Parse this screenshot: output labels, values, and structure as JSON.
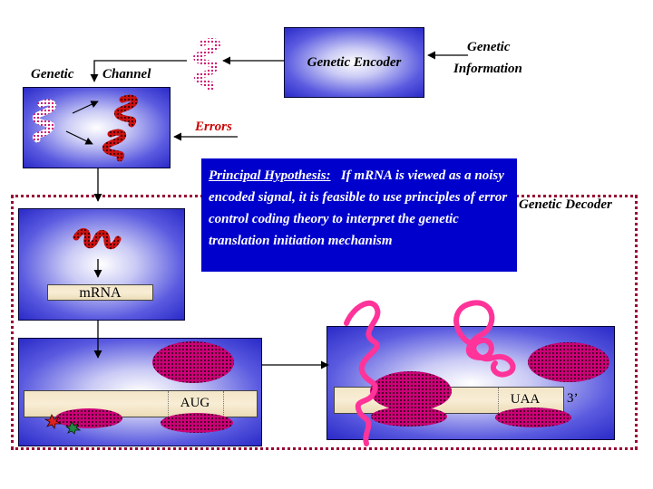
{
  "encoder": {
    "label": "Genetic Encoder"
  },
  "genetic_information": {
    "line1": "Genetic",
    "line2": "Information"
  },
  "channel": {
    "left_label": "Genetic",
    "right_label": "Channel"
  },
  "errors": {
    "label": "Errors"
  },
  "hypothesis": {
    "heading": "Principal Hypothesis:",
    "body": "If mRNA is viewed as a noisy encoded signal, it is feasible to use principles of error control coding theory to interpret the genetic translation initiation mechanism"
  },
  "decoder": {
    "label": "Genetic Decoder"
  },
  "mrna_box": {
    "label": "mRNA"
  },
  "initiation": {
    "codon": "AUG"
  },
  "termination": {
    "codon": "UAA",
    "end_label": "3’"
  },
  "colors": {
    "box_edge": "#2a2ac8",
    "hypothesis_bg": "#0000cc",
    "errors_text": "#cc0000",
    "ribosome": "#cc0077",
    "protein": "#ff3399",
    "decoder_border": "#990033"
  }
}
